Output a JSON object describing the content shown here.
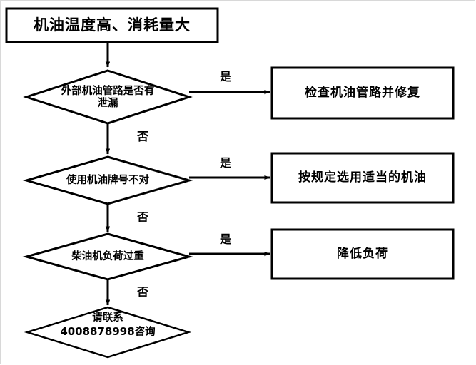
{
  "diagram": {
    "title_node": {
      "id": "start",
      "shape": "rectangle",
      "text": "机油温度高、消耗量大"
    },
    "decisions": [
      {
        "id": "decision-oil-pipe-leak",
        "shape": "diamond",
        "text": "外部机油管路是否有\n泄漏",
        "yes_label": "是",
        "no_label": "否"
      },
      {
        "id": "decision-oil-grade-wrong",
        "shape": "diamond",
        "text": "使用机油牌号不对",
        "yes_label": "是",
        "no_label": "否"
      },
      {
        "id": "decision-engine-overload",
        "shape": "diamond",
        "text": "柴油机负荷过重",
        "yes_label": "是",
        "no_label": "否"
      }
    ],
    "actions": [
      {
        "id": "action-inspect-repair-pipe",
        "shape": "rectangle",
        "text": "检查机油管路并修复"
      },
      {
        "id": "action-select-proper-oil",
        "shape": "rectangle",
        "text": "按规定选用适当的机油"
      },
      {
        "id": "action-reduce-load",
        "shape": "rectangle",
        "text": "降低负荷"
      }
    ],
    "end_node": {
      "id": "end-contact",
      "shape": "diamond",
      "text_line1": "请联系",
      "phone": "4008878998",
      "text_line2_suffix": "咨询"
    },
    "colors": {
      "stroke": "#000000",
      "fill": "#ffffff",
      "text": "#000000",
      "page_frame": "#d8d8d8"
    }
  }
}
